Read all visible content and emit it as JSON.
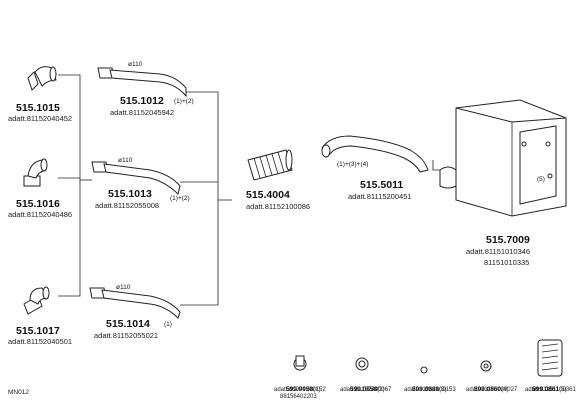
{
  "parts": {
    "p1": {
      "number": "515.1015",
      "adatt": "adatt.81152040452"
    },
    "p2": {
      "number": "515.1016",
      "adatt": "adatt.81152040486"
    },
    "p3": {
      "number": "515.1017",
      "adatt": "adatt.81152040501"
    },
    "p4": {
      "number": "515.1012",
      "adatt": "adatt.81152045942",
      "note": "(1)+(2)",
      "dim": "ø110"
    },
    "p5": {
      "number": "515.1013",
      "adatt": "adatt.81152055008",
      "note": "(1)+(2)",
      "dim": "ø110"
    },
    "p6": {
      "number": "515.1014",
      "adatt": "adatt.81152055021",
      "note": "(1)",
      "dim": "ø110"
    },
    "p7": {
      "number": "515.4004",
      "adatt": "adatt.81152100086"
    },
    "p8": {
      "number": "515.5011",
      "adatt": "adatt.81115200451",
      "note": "(1)+(3)+(4)"
    },
    "p9": {
      "number": "515.7009",
      "adatt": "adatt.81151010346",
      "adatt2": "81151010335",
      "note": "(5)"
    }
  },
  "accessories": [
    {
      "number": "599.0058",
      "ref": "(1)",
      "adatt": "adatt.81974200152",
      "adatt2": "88156402203"
    },
    {
      "number": "599.0858",
      "ref": "(2)",
      "adatt": "adatt.81152400067"
    },
    {
      "number": "599.0388",
      "ref": "(3)",
      "adatt": "adatt.81962100153"
    },
    {
      "number": "599.0860",
      "ref": "(4)",
      "adatt": "adatt.81155020027"
    },
    {
      "number": "599.0861",
      "ref": "(5)",
      "adatt": "adatt.81151100361"
    }
  ],
  "footer": {
    "code": "MN012"
  }
}
